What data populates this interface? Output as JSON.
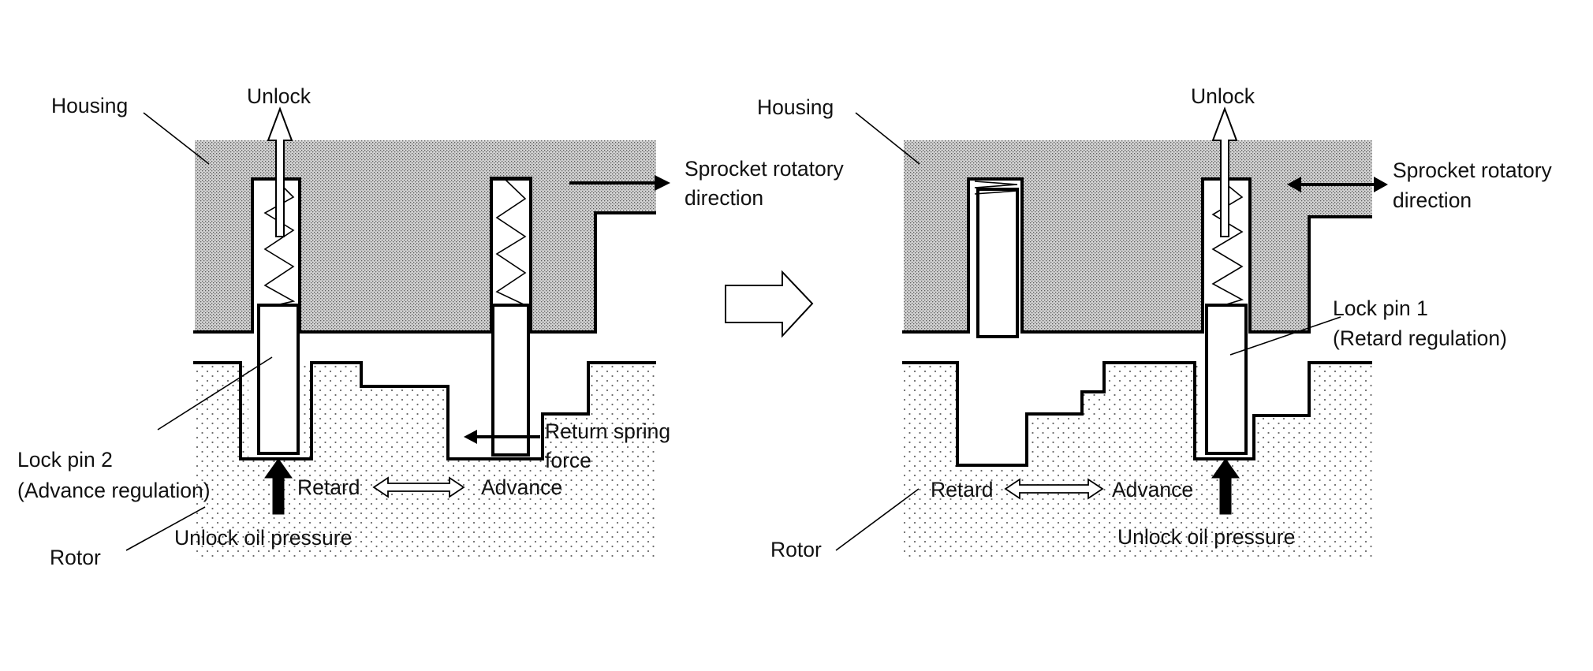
{
  "colors": {
    "housing_fill": "#cfcfcf",
    "rotor_fill": "#ffffff",
    "line": "#000000"
  },
  "left": {
    "housing_label": "Housing",
    "unlock_label": "Unlock",
    "sprocket_label_line1": "Sprocket rotatory",
    "sprocket_label_line2": "direction",
    "return_spring_line1": "Return spring",
    "return_spring_line2": "force",
    "retard_label": "Retard",
    "advance_label": "Advance",
    "lock_pin_line1": "Lock pin 2",
    "lock_pin_line2": "(Advance regulation)",
    "rotor_label": "Rotor",
    "oil_pressure_label": "Unlock oil pressure"
  },
  "right": {
    "housing_label": "Housing",
    "unlock_label": "Unlock",
    "sprocket_label_line1": "Sprocket rotatory",
    "sprocket_label_line2": "direction",
    "lock_pin_line1": "Lock pin 1",
    "lock_pin_line2": "(Retard regulation)",
    "retard_label": "Retard",
    "advance_label": "Advance",
    "rotor_label": "Rotor",
    "oil_pressure_label": "Unlock oil pressure"
  }
}
